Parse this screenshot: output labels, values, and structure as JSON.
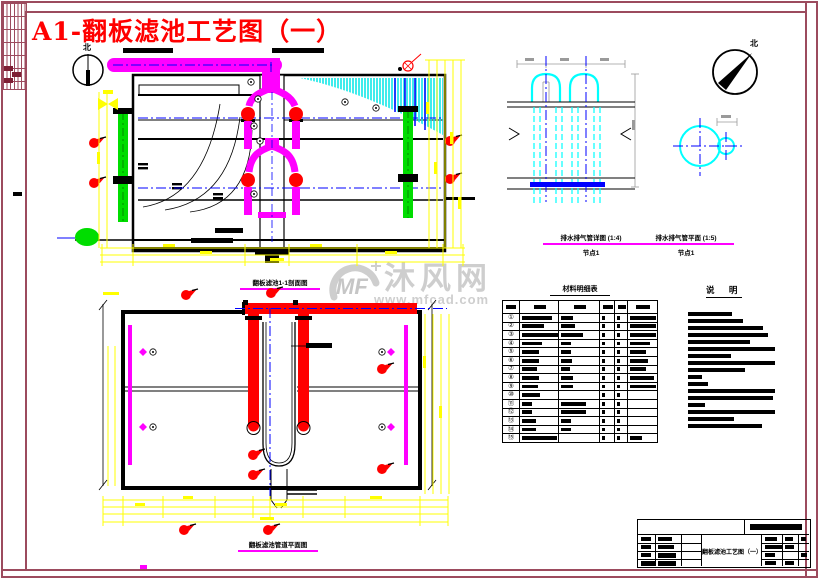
{
  "title": "A1-翻板滤池工艺图（一）",
  "compass": {
    "north_label": "北"
  },
  "captions": {
    "section": "翻板滤池1-1剖面图",
    "plan": "翻板滤池管道平面图"
  },
  "details": [
    {
      "title": "排水排气管详图 (1:4)",
      "subtitle": "节点1"
    },
    {
      "title": "排水排气管平面 (1:5)",
      "subtitle": "节点1"
    }
  ],
  "materials_table": {
    "title": "材料明细表",
    "header_bar_widths": [
      10,
      12,
      12,
      10,
      8,
      14
    ],
    "rows": [
      {
        "symbol": "①",
        "bars": [
          30,
          12,
          3,
          3,
          27
        ]
      },
      {
        "symbol": "②",
        "bars": [
          22,
          14,
          3,
          3,
          26
        ]
      },
      {
        "symbol": "③",
        "bars": [
          36,
          22,
          3,
          3,
          27
        ]
      },
      {
        "symbol": "④",
        "bars": [
          20,
          10,
          3,
          3,
          20
        ]
      },
      {
        "symbol": "⑤",
        "bars": [
          17,
          10,
          3,
          3,
          16
        ]
      },
      {
        "symbol": "⑥",
        "bars": [
          17,
          11,
          3,
          3,
          18
        ]
      },
      {
        "symbol": "⑦",
        "bars": [
          15,
          9,
          3,
          3,
          16
        ]
      },
      {
        "symbol": "⑧",
        "bars": [
          17,
          12,
          3,
          3,
          24
        ]
      },
      {
        "symbol": "⑨",
        "bars": [
          16,
          12,
          3,
          3,
          27
        ]
      },
      {
        "symbol": "⑩",
        "bars": [
          18,
          0,
          3,
          3,
          0
        ]
      },
      {
        "symbol": "⑪",
        "bars": [
          10,
          25,
          3,
          3,
          0
        ]
      },
      {
        "symbol": "⑫",
        "bars": [
          10,
          25,
          3,
          3,
          0
        ]
      },
      {
        "symbol": "⑬",
        "bars": [
          14,
          10,
          3,
          3,
          0
        ]
      },
      {
        "symbol": "⑭",
        "bars": [
          14,
          10,
          3,
          3,
          0
        ]
      },
      {
        "symbol": "⑮",
        "bars": [
          35,
          0,
          3,
          3,
          12
        ]
      }
    ]
  },
  "notes": {
    "title": "说 明",
    "line_widths": [
      44,
      55,
      75,
      80,
      62,
      87,
      43,
      87,
      57,
      14,
      20,
      87,
      85,
      17,
      87,
      46,
      74
    ]
  },
  "title_block": {
    "drawing_title": "翻板滤池工艺图（一）"
  },
  "watermark": {
    "logo_text": "MF",
    "name": "沐风网",
    "url": "www.mfcad.com"
  },
  "colors": {
    "frame": "#9c4b5e",
    "title_red": "#ff0000",
    "pipe_magenta": "#ff00ff",
    "pipe_red": "#ff0000",
    "pipe_green": "#00dd00",
    "hatch_cyan": "#00ffff",
    "dims_yellow": "#ffff00",
    "centerline_blue": "#0000ff",
    "watermark_gray": "#c6c6c6"
  }
}
